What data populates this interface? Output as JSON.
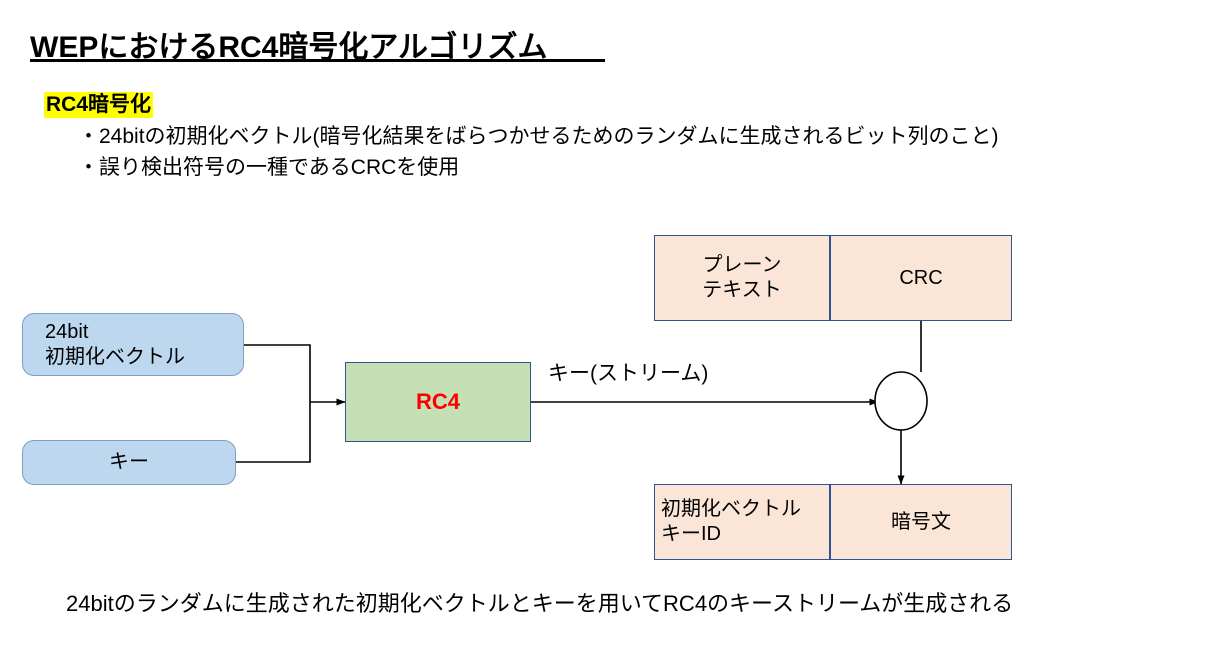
{
  "slide": {
    "title": "WEPにおけるRC4暗号化アルゴリズム",
    "section_heading": "RC4暗号化",
    "bullets": [
      "・24bitの初期化ベクトル(暗号化結果をばらつかせるためのランダムに生成されるビット列のこと)",
      "・誤り検出符号の一種であるCRCを使用"
    ],
    "caption": "24bitのランダムに生成された初期化ベクトルとキーを用いてRC4のキーストリームが生成される"
  },
  "diagram": {
    "nodes": {
      "iv": "24bit\n初期化ベクトル",
      "key": "キー",
      "rc4": "RC4",
      "plaintext": "プレーン\nテキスト",
      "crc": "CRC",
      "iv_key_id": "初期化ベクトル\nキーID",
      "ciphertext": "暗号文"
    },
    "edge_labels": {
      "keystream": "キー(ストリーム)"
    },
    "junction": {
      "shape": "ellipse",
      "label": ""
    }
  },
  "colors": {
    "highlight": "#ffff00",
    "node_blue_fill": "#bdd7ee",
    "node_blue_border": "#7f9ec4",
    "node_green_fill": "#c5e0b4",
    "node_green_border": "#2e5496",
    "node_green_text": "#ff0000",
    "node_pink_fill": "#fbe5d6",
    "node_pink_border": "#2e5496",
    "connector": "#000000",
    "text": "#000000",
    "background": "#ffffff"
  }
}
